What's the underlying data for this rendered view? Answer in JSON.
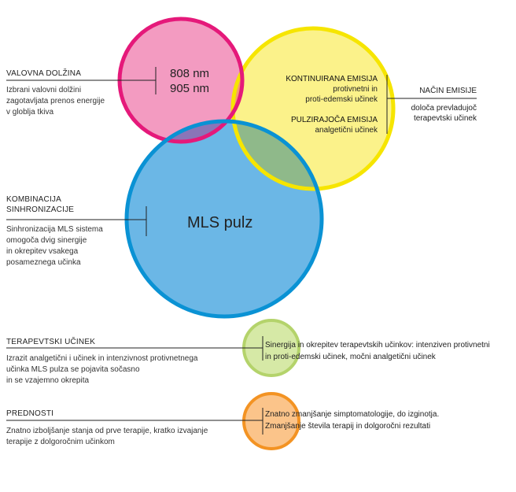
{
  "wavelength": {
    "heading": "VALOVNA DOLŽINA",
    "body": [
      "Izbrani valovni dolžini",
      "zagotavljata prenos energije",
      "v globlja tkiva"
    ],
    "values": [
      "808 nm",
      "905 nm"
    ]
  },
  "emission_mode": {
    "heading": "NAČIN EMISIJE",
    "body": [
      "določa prevladujoč",
      "terapevtski učinek"
    ],
    "continuous": {
      "heading": "KONTINUIRANA EMISIJA",
      "lines": [
        "protivnetni in",
        "proti-edemski učinek"
      ]
    },
    "pulsed": {
      "heading": "PULZIRAJOČA EMISIJA",
      "lines": [
        "analgetični učinek"
      ]
    }
  },
  "combination": {
    "heading": [
      "KOMBINACIJA",
      "SINHRONIZACIJE"
    ],
    "body": [
      "Sinhronizacija MLS sistema",
      "omogoča dvig sinergije",
      "in okrepitev vsakega",
      "posameznega  učinka"
    ],
    "center": "MLS pulz"
  },
  "therapeutic": {
    "heading": "TERAPEVTSKI UČINEK",
    "body": [
      "Izrazit analgetični i učinek in intenzivnost protivnetnega",
      "učinka MLS pulza se pojavita sočasno",
      "in se vzajemno okrepita"
    ],
    "right": [
      "Sinergija in okrepitev terapevtskih učinkov: intenziven protivnetni",
      "in proti-edemski učinek, močni analgetični učinek"
    ]
  },
  "advantages": {
    "heading": "PREDNOSTI",
    "body": [
      "Znatno izboljšanje stanja od prve terapije, kratko izvajanje",
      "terapije z dolgoročnim učinkom"
    ],
    "right": [
      "Znatno zmanjšanje simptomatologije, do izginotja.",
      "Zmanjšanje števila terapij in dolgoročni rezultati"
    ]
  },
  "colors": {
    "pink_fill": "#f39bc1",
    "pink_stroke": "#e5197a",
    "yellow_fill": "#fbf28a",
    "yellow_stroke": "#f6e500",
    "blue_fill": "#6bb7e6",
    "blue_stroke": "#0a92d4",
    "pink_blue_overlap": "#8a75b8",
    "yellow_pink_overlap": "#f59a72",
    "yellow_blue_overlap": "#8fb98a",
    "green_fill": "#d6e9a6",
    "green_stroke": "#b4d36b",
    "orange_fill": "#fbc48a",
    "orange_stroke": "#f39323"
  }
}
